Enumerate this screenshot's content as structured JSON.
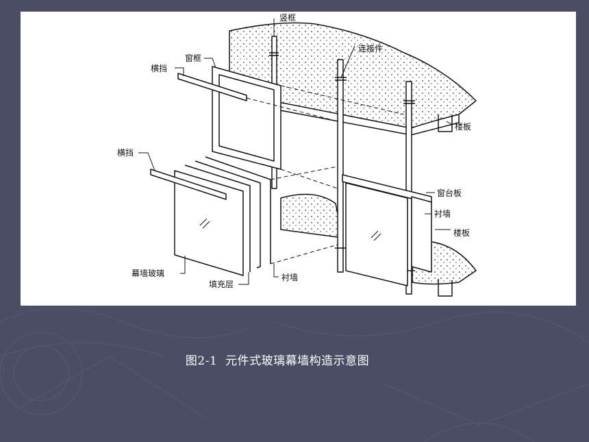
{
  "colors": {
    "background": "#4a4d63",
    "panel": "#ffffff",
    "caption_text": "#ffffff",
    "ink": "#111111"
  },
  "figure": {
    "labels": {
      "mullion": "竖框",
      "connector": "连接件",
      "window_frame": "窗框",
      "transom_top": "横挡",
      "floor_slab_top": "楼板",
      "transom_bottom": "横挡",
      "window_sill": "窗台板",
      "backing_wall_right": "衬墙",
      "floor_slab_bottom": "楼板",
      "curtain_glass": "幕墙玻璃",
      "infill_layer": "填充层",
      "backing_wall_bottom": "衬墙"
    }
  },
  "caption": {
    "figure_no": "图2-1",
    "title": "元件式玻璃幕墙构造示意图"
  }
}
